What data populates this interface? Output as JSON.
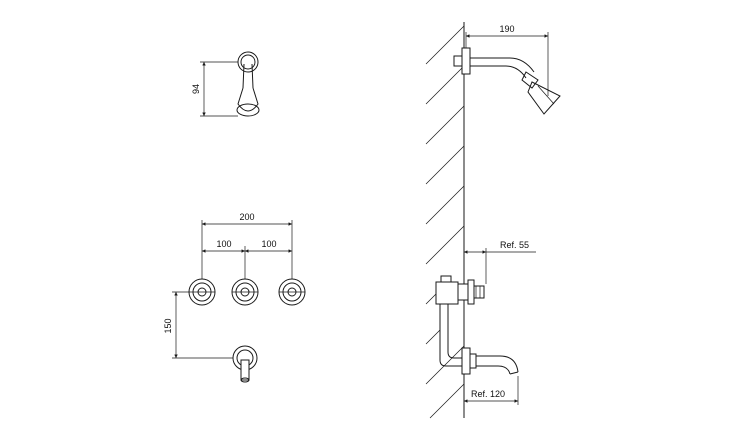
{
  "dimensions": {
    "shower_head_height": "94",
    "valve_span_total": "200",
    "valve_spacing_left": "100",
    "valve_spacing_right": "100",
    "spout_drop": "150",
    "arm_projection": "190",
    "valve_reference": "Ref. 55",
    "spout_reference": "Ref. 120"
  },
  "colors": {
    "line": "#1a1a1a",
    "background": "#ffffff"
  }
}
